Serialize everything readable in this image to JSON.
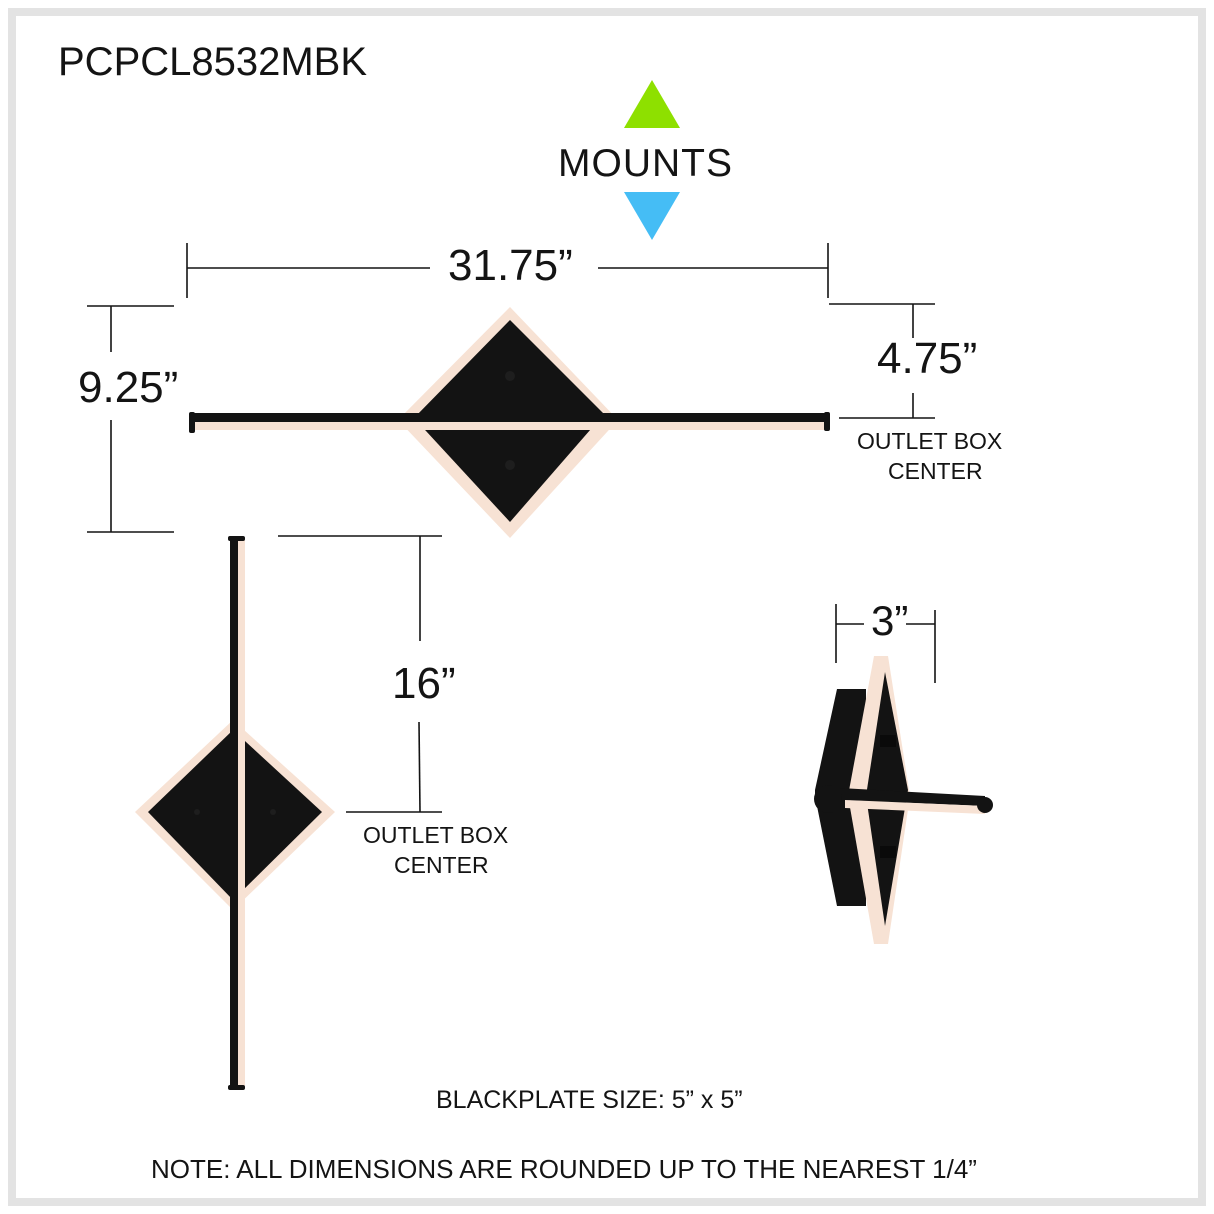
{
  "title": "PCPCL8532MBK",
  "mounts": {
    "label": "MOUNTS",
    "up_arrow_color": "#8ee000",
    "down_arrow_color": "#45bdf5"
  },
  "front_view": {
    "width_dim": "31.75”",
    "height_dim": "9.25”",
    "outlet_offset_dim": "4.75”",
    "outlet_label_line1": "OUTLET BOX",
    "outlet_label_line2": "CENTER"
  },
  "vertical_view": {
    "height_dim": "16”",
    "outlet_label_line1": "OUTLET BOX",
    "outlet_label_line2": "CENTER"
  },
  "side_view": {
    "depth_dim": "3”"
  },
  "notes": {
    "backplate": "BLACKPLATE SIZE: 5” x 5”",
    "rounding": "NOTE: ALL DIMENSIONS ARE ROUNDED UP TO THE NEAREST 1/4”"
  },
  "colors": {
    "fixture_black": "#131313",
    "led_glow": "#f7e2d4",
    "frame_gray": "#e3e3e3"
  }
}
